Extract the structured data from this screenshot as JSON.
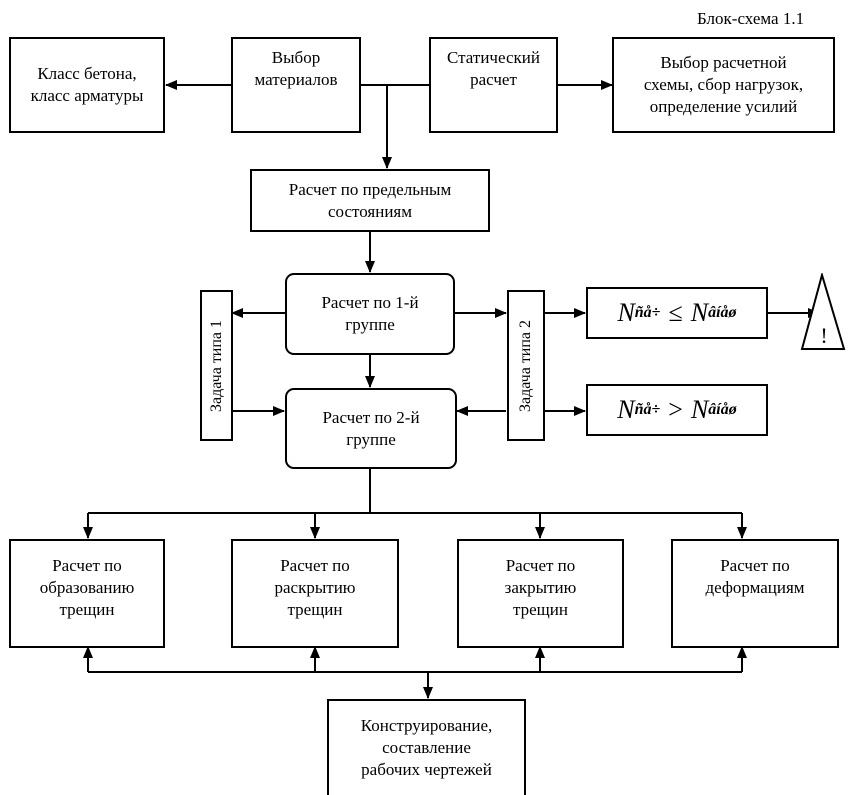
{
  "caption": "Блок-схема 1.1",
  "boxes": {
    "concrete_class": "Класс бетона,\nкласс арматуры",
    "material_choice": "Выбор\nматериалов",
    "static_calc": "Статический\nрасчет",
    "scheme_choice": "Выбор расчетной\nсхемы, сбор нагрузок,\nопределение усилий",
    "limit_states": "Расчет по предельным\nсостояниям",
    "group1": "Расчет по 1-й\nгруппе",
    "group2": "Расчет по 2-й\nгруппе",
    "crack_formation": "Расчет по\nобразованию\nтрещин",
    "crack_opening": "Расчет по\nраскрытию\nтрещин",
    "crack_closing": "Расчет по\nзакрытию\nтрещин",
    "deformations": "Расчет по\nдеформациям",
    "design": "Конструирование,\nсоставление\nрабочих чертежей"
  },
  "side_labels": {
    "task_type_1": "Задача типа 1",
    "task_type_2": "Задача типа 2"
  },
  "formulas": {
    "le": {
      "lhs": "N",
      "lhs_sub": "ñå÷",
      "op": "≤",
      "rhs": "N",
      "rhs_sub": "âíåø"
    },
    "gt": {
      "lhs": "N",
      "lhs_sub": "ñå÷",
      "op": ">",
      "rhs": "N",
      "rhs_sub": "âíåø"
    }
  },
  "warning_symbol": "!"
}
